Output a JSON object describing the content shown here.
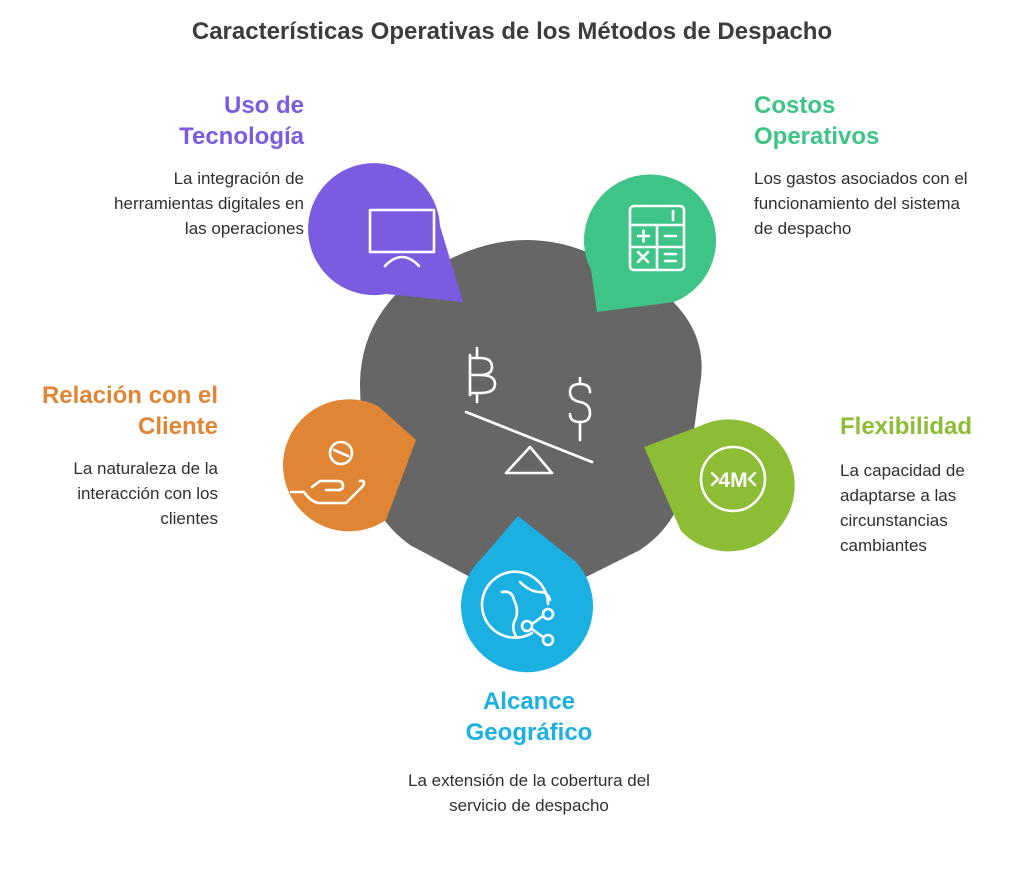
{
  "title": "Características Operativas de los Métodos de Despacho",
  "colors": {
    "center": "#666666",
    "tecnologia": "#7b5ce0",
    "costos": "#3ec486",
    "flexibilidad": "#8cbd35",
    "alcance": "#1bb0e2",
    "relacion": "#e08533",
    "text": "#2f2f2f",
    "title": "#3c3c3c"
  },
  "center_icon": "balance-scale-currency-icon",
  "items": {
    "tecnologia": {
      "title": "Uso de Tecnología",
      "description": "La integración de herramientas digitales en las operaciones",
      "icon": "monitor-icon"
    },
    "costos": {
      "title": "Costos Operativos",
      "description": "Los gastos asociados con el funcionamiento del sistema de despacho",
      "icon": "calculator-icon"
    },
    "flexibilidad": {
      "title": "Flexibilidad",
      "description": "La capacidad de adaptarse a las circunstancias cambiantes",
      "icon": "adjust-width-icon",
      "icon_text": "4M"
    },
    "alcance": {
      "title": "Alcance Geográfico",
      "description": "La extensión de la cobertura del servicio de despacho",
      "icon": "globe-network-icon"
    },
    "relacion": {
      "title": "Relación con el Cliente",
      "description": "La naturaleza de la interacción con los clientes",
      "icon": "hand-coin-icon"
    }
  }
}
